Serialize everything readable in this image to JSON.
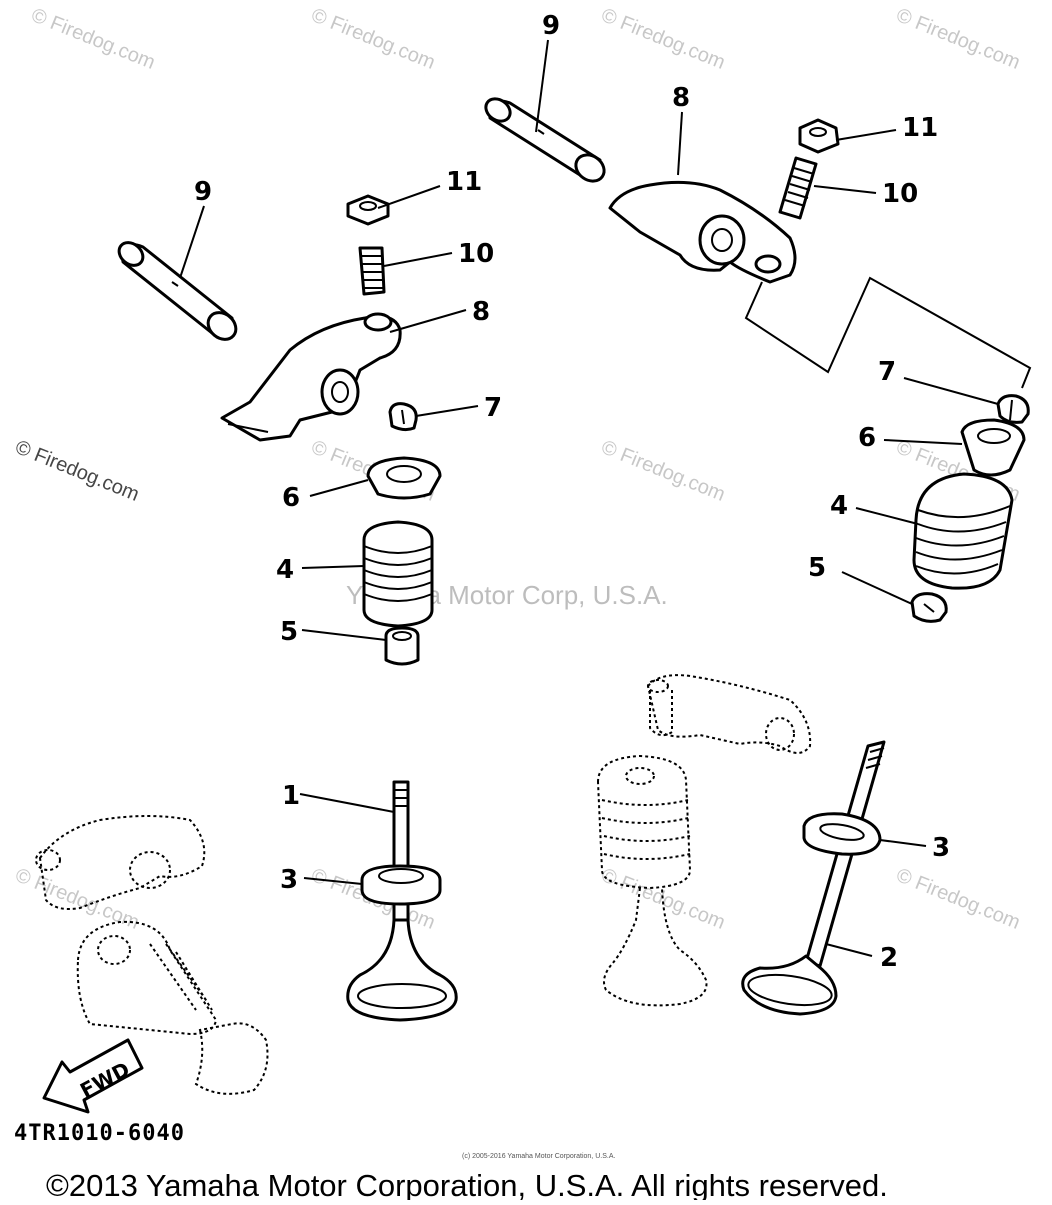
{
  "callouts": {
    "c9a": "9",
    "c9b": "9",
    "c8a": "8",
    "c8b": "8",
    "c11a": "11",
    "c11b": "11",
    "c10a": "10",
    "c10b": "10",
    "c7a": "7",
    "c7b": "7",
    "c6a": "6",
    "c6b": "6",
    "c4a": "4",
    "c4b": "4",
    "c5a": "5",
    "c5b": "5",
    "c1": "1",
    "c2": "2",
    "c3a": "3",
    "c3b": "3"
  },
  "watermark": {
    "firedog": "© Firedog.com",
    "center": "Yamaha Motor Corp, U.S.A."
  },
  "fwd_label": "FWD",
  "diagram_code": "4TR1010-6040",
  "tiny_notice": "(c) 2005-2016 Yamaha Motor Corporation, U.S.A.",
  "copyright": "©2013 Yamaha Motor Corporation, U.S.A. All rights reserved."
}
